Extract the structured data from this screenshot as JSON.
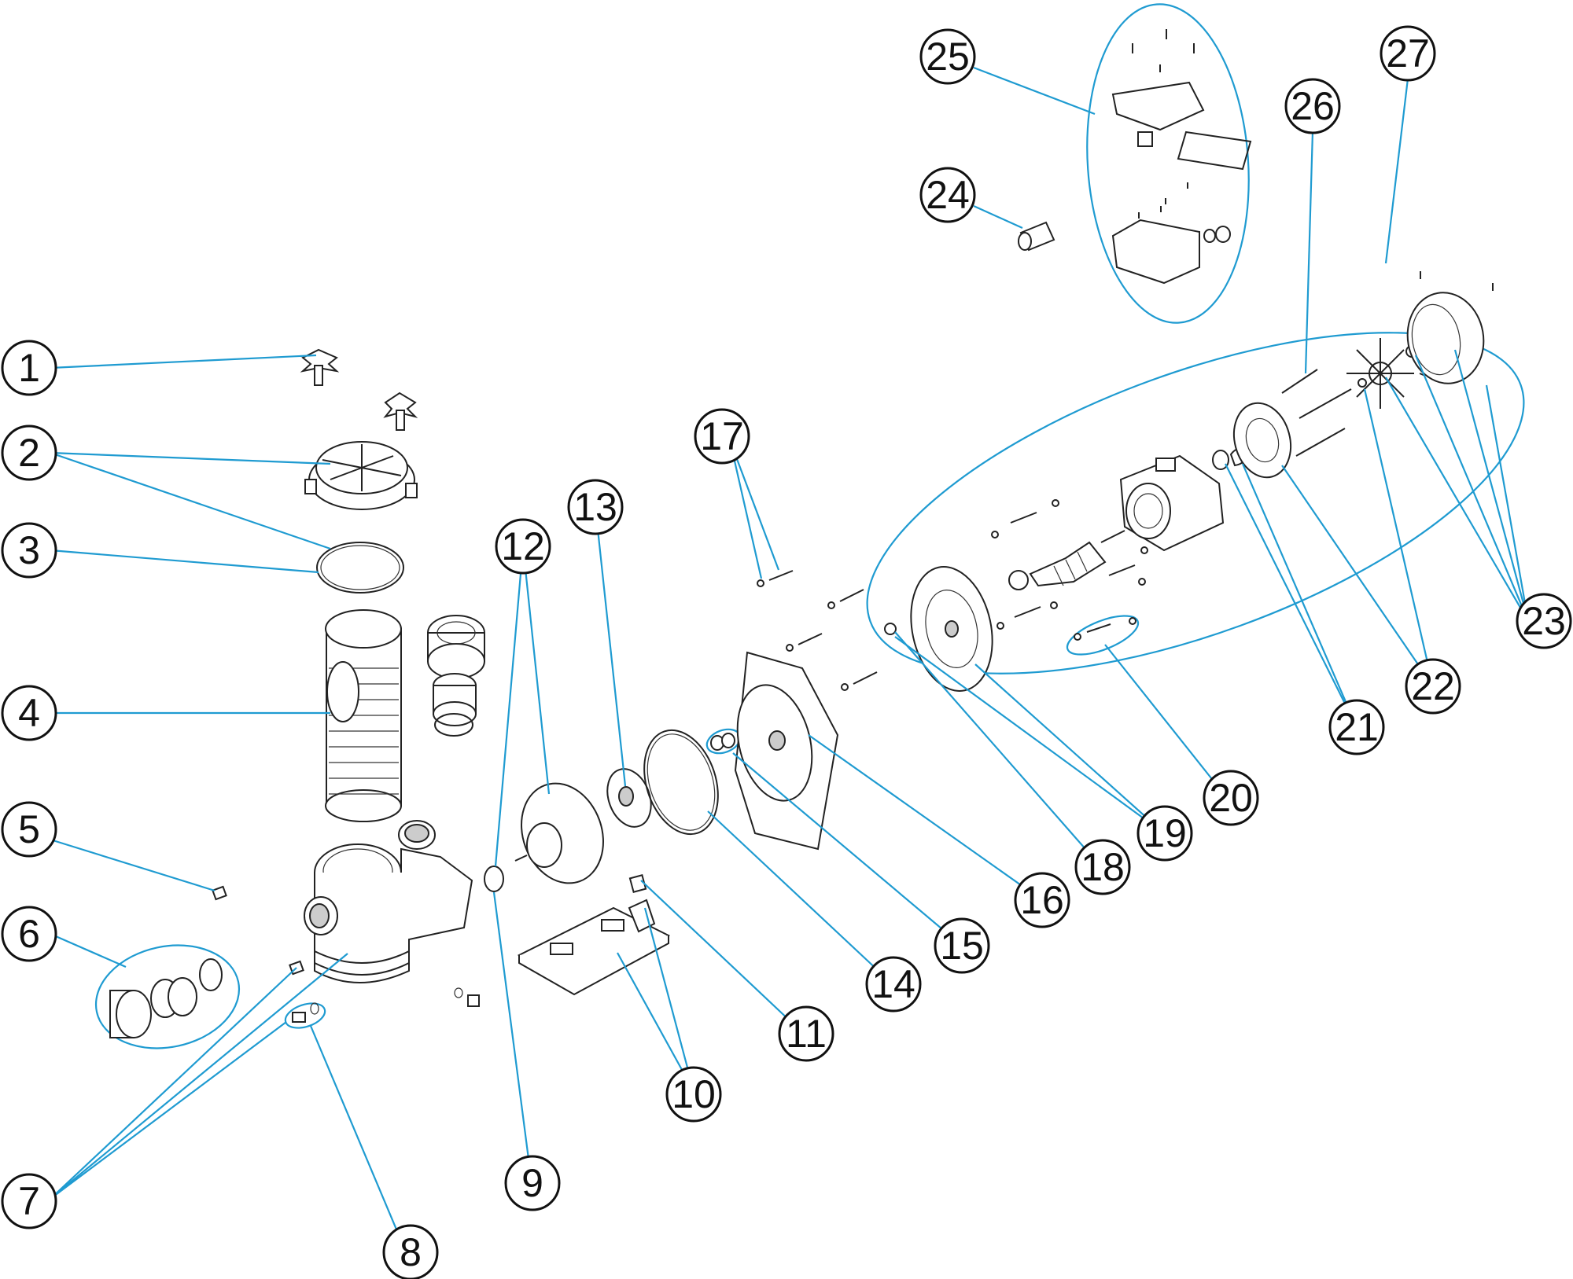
{
  "diagram": {
    "type": "exploded-parts-view",
    "colors": {
      "leader": "#1f9bd1",
      "outline": "#111111",
      "background": "#ffffff"
    },
    "callouts": [
      {
        "id": 1,
        "label": "1"
      },
      {
        "id": 2,
        "label": "2"
      },
      {
        "id": 3,
        "label": "3"
      },
      {
        "id": 4,
        "label": "4"
      },
      {
        "id": 5,
        "label": "5"
      },
      {
        "id": 6,
        "label": "6"
      },
      {
        "id": 7,
        "label": "7"
      },
      {
        "id": 8,
        "label": "8"
      },
      {
        "id": 9,
        "label": "9"
      },
      {
        "id": 10,
        "label": "10"
      },
      {
        "id": 11,
        "label": "11"
      },
      {
        "id": 12,
        "label": "12"
      },
      {
        "id": 13,
        "label": "13"
      },
      {
        "id": 14,
        "label": "14"
      },
      {
        "id": 15,
        "label": "15"
      },
      {
        "id": 16,
        "label": "16"
      },
      {
        "id": 17,
        "label": "17"
      },
      {
        "id": 18,
        "label": "18"
      },
      {
        "id": 19,
        "label": "19"
      },
      {
        "id": 20,
        "label": "20"
      },
      {
        "id": 21,
        "label": "21"
      },
      {
        "id": 22,
        "label": "22"
      },
      {
        "id": 23,
        "label": "23"
      },
      {
        "id": 24,
        "label": "24"
      },
      {
        "id": 25,
        "label": "25"
      },
      {
        "id": 26,
        "label": "26"
      },
      {
        "id": 27,
        "label": "27"
      }
    ]
  }
}
